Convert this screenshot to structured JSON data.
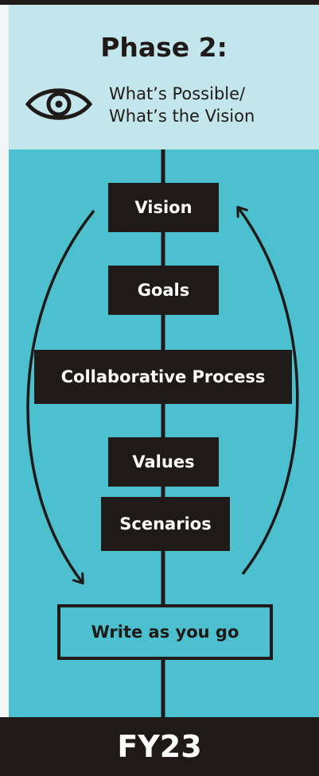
{
  "header": {
    "title": "Phase 2:",
    "subtitle_line1": "What’s Possible/",
    "subtitle_line2": "What’s the Vision"
  },
  "steps": [
    "Vision",
    "Goals",
    "Collaborative Process",
    "Values",
    "Scenarios"
  ],
  "final_step": "Write as you go",
  "footer": {
    "label": "FY23"
  },
  "colors": {
    "header_bg": "#c3e6ec",
    "main_bg": "#4cc0cf",
    "dark": "#1f1a17"
  },
  "icons": {
    "header": "eye-icon"
  }
}
